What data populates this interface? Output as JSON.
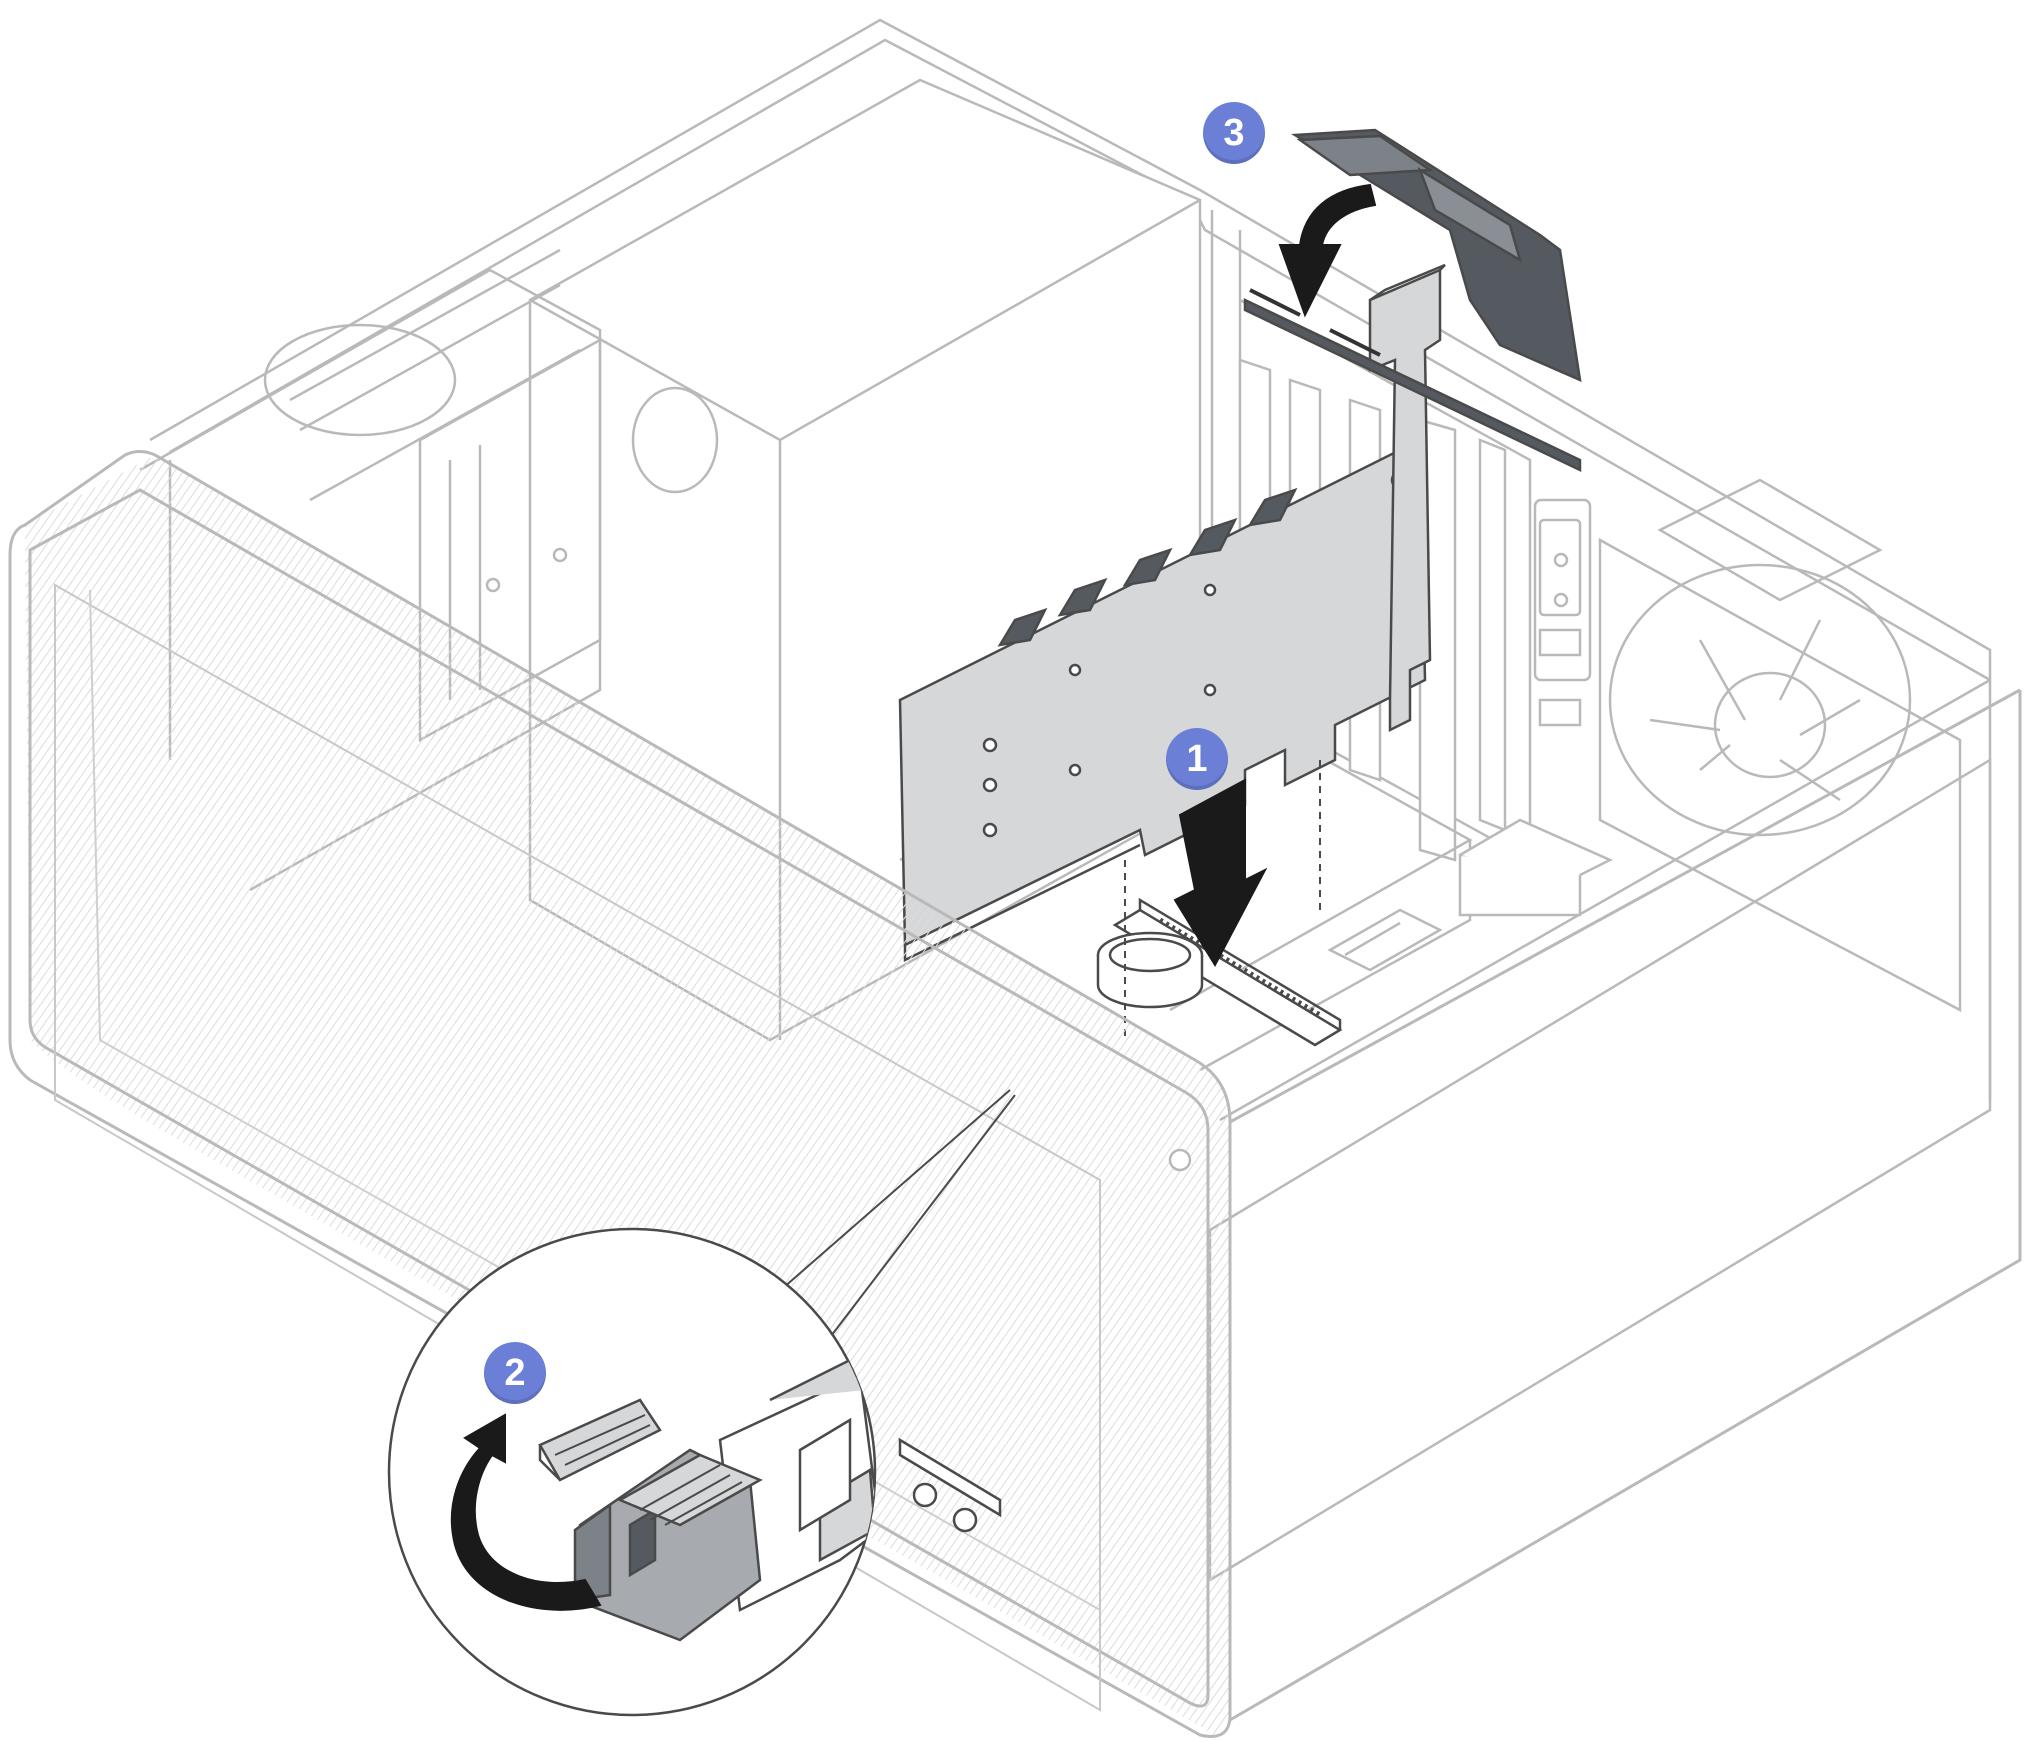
{
  "figure": {
    "title": "",
    "colors": {
      "badge": "#6b7fd7",
      "line": "#4a4a4a",
      "light_line": "#b9b9b9",
      "part_fill": "#d5d7d9",
      "dark_part": "#555a60",
      "mesh": "#e6e6e6",
      "background": "#ffffff"
    },
    "steps": [
      {
        "number": "1",
        "action": "arrow-down"
      },
      {
        "number": "2",
        "action": "rotate-latch"
      },
      {
        "number": "3",
        "action": "rotate-bracket"
      }
    ]
  }
}
